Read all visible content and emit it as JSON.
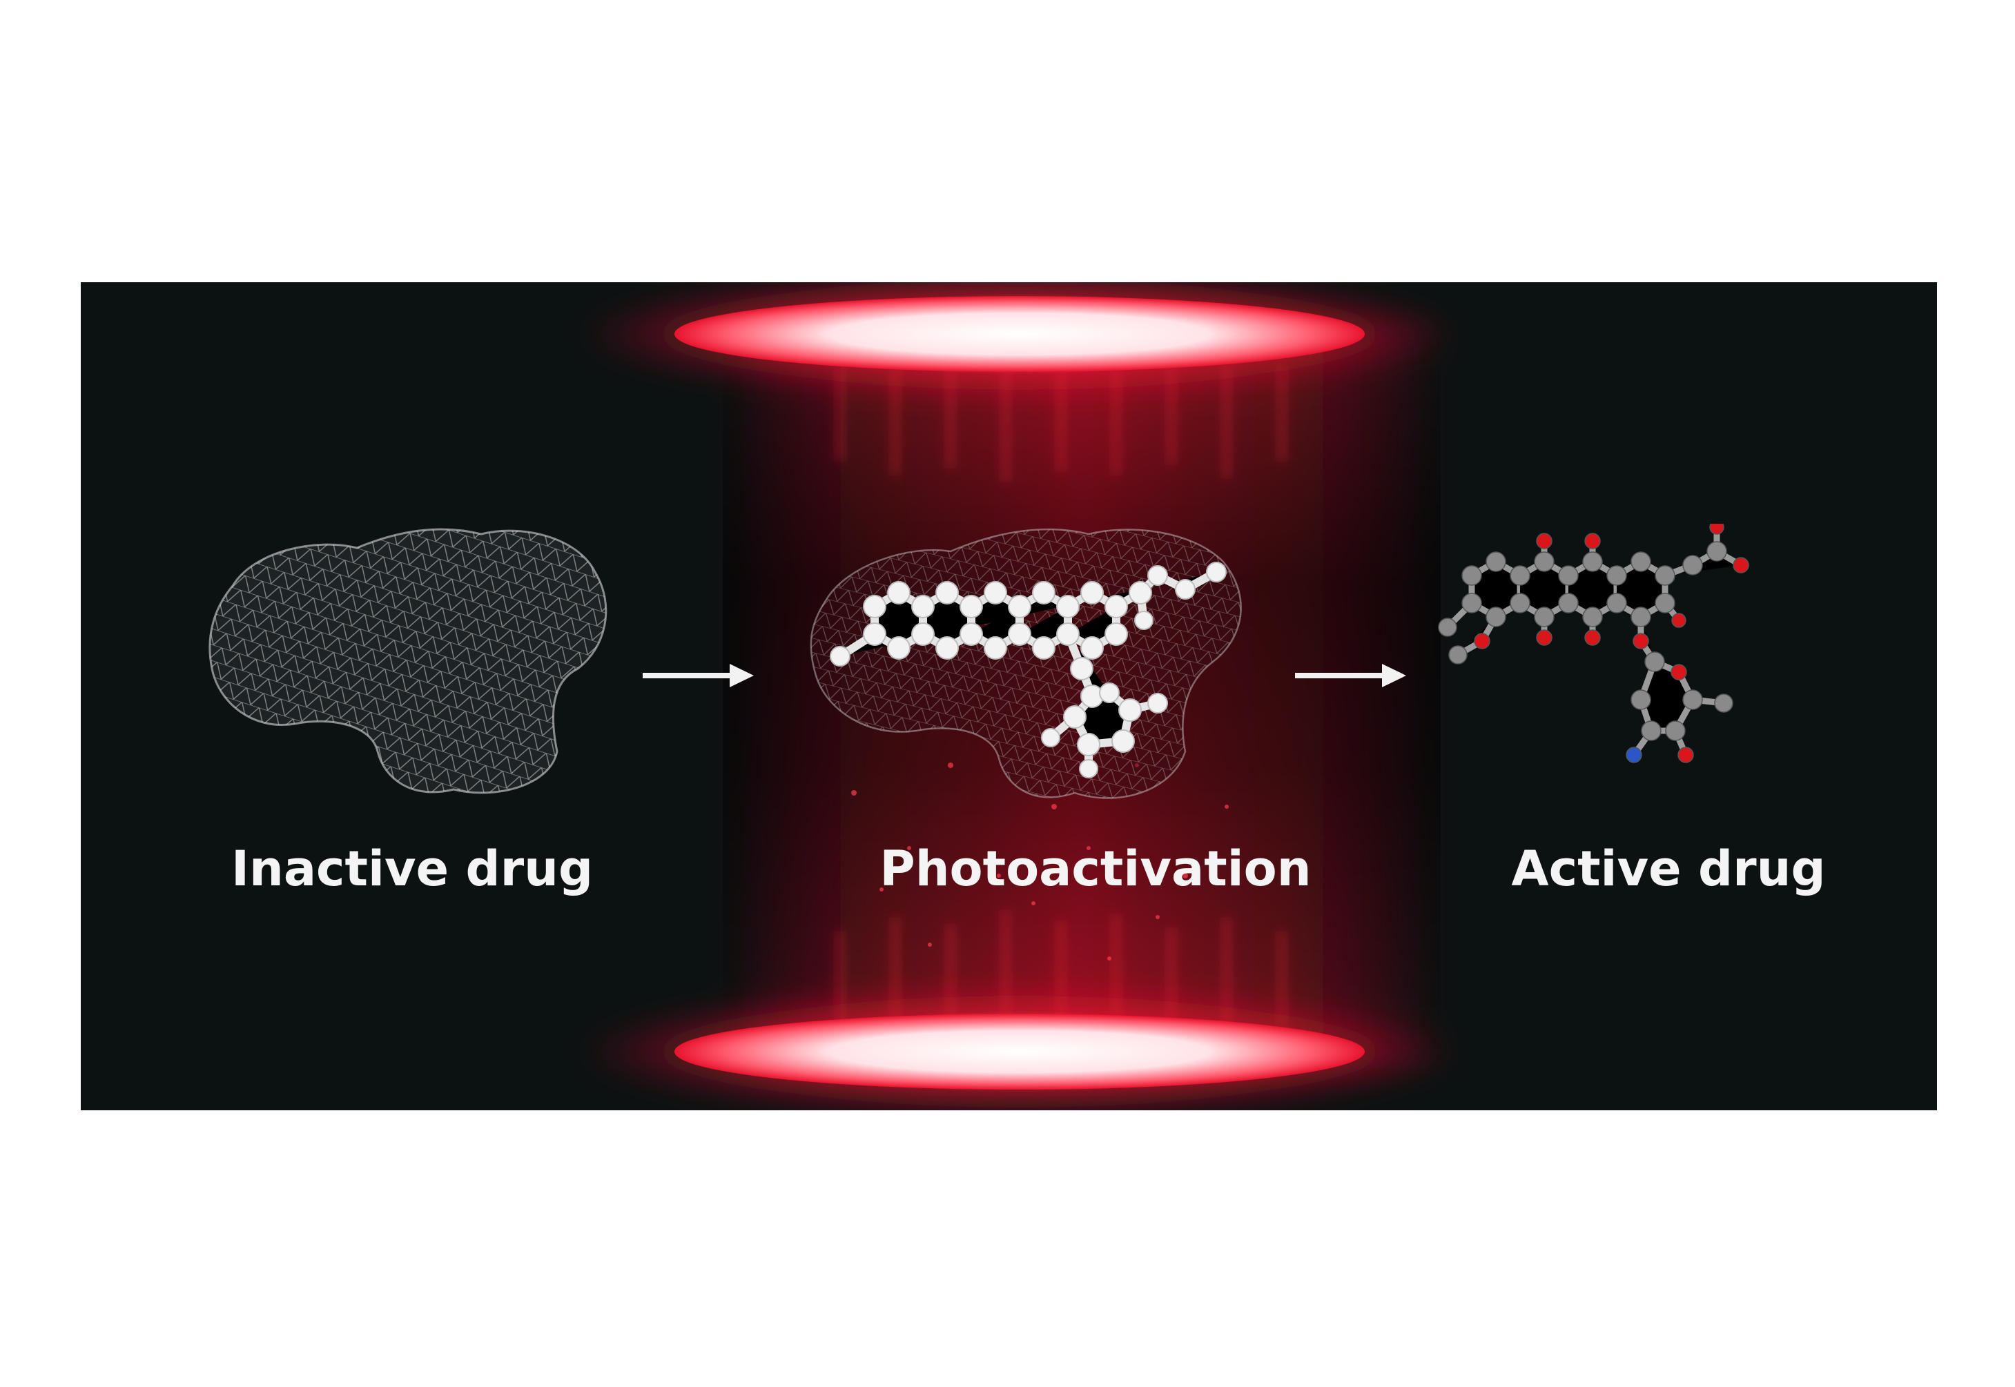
{
  "stages": [
    {
      "label": "Inactive drug",
      "icon": "wireframe-surface-icon"
    },
    {
      "label": "Photoactivation",
      "icon": "molecule-in-surface-icon"
    },
    {
      "label": "Active drug",
      "icon": "ball-and-stick-molecule-icon"
    }
  ],
  "colors": {
    "panel_background": "#0c1112",
    "light_beam": "#e8142e",
    "mesh": "#d8d8d8",
    "carbon": "#8a8a8a",
    "oxygen": "#d8161c",
    "nitrogen": "#2a56c8",
    "label_text": "#f4f4f4"
  }
}
